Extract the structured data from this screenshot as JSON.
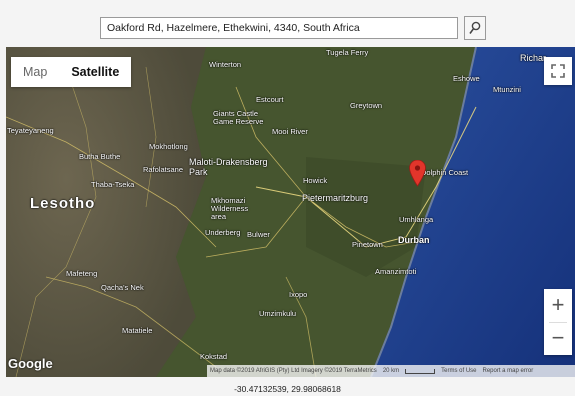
{
  "search": {
    "value": "Oakford Rd, Hazelmere, Ethekwini, 4340, South Africa"
  },
  "icons": {
    "search": "magnifier-icon",
    "fullscreen": "fullscreen-icon",
    "marker": "map-pin-icon"
  },
  "map_type": {
    "map_label": "Map",
    "satellite_label": "Satellite",
    "selected": "Satellite"
  },
  "zoom": {
    "in_label": "+",
    "out_label": "−"
  },
  "labels": {
    "lesotho": "Lesotho",
    "richards": "Richar",
    "tugela": "Tugela Ferry",
    "winterton": "Winterton",
    "eshowe": "Eshowe",
    "mtunzini": "Mtunzini",
    "estcourt": "Estcourt",
    "greytown": "Greytown",
    "giants": "Giants Castle Game Reserve",
    "mooi": "Mooi River",
    "teyateyaneng": "Teyateyaneng",
    "mokhotlong": "Mokhotlong",
    "maloti": "Maloti-Drakensberg Park",
    "butha": "Butha Buthe",
    "rafolatsane": "Rafolatsane",
    "thaba": "Thaba-Tseka",
    "howick": "Howick",
    "dolphin": "Dolphin Coast",
    "pietermaritzburg": "Pietermaritzburg",
    "mkhomazi": "Mkhomazi Wilderness area",
    "umhlanga": "Umhlanga",
    "underberg": "Underberg",
    "bulwer": "Bulwer",
    "pinetown": "Pinetown",
    "durban": "Durban",
    "amanzimtoti": "Amanzimtoti",
    "qachas": "Qacha's Nek",
    "ixopo": "Ixopo",
    "matatiele": "Matatiele",
    "umzimkulu": "Umzimkulu",
    "kokstad": "Kokstad",
    "mafeteng": "Mafeteng"
  },
  "google_logo": "Google",
  "attribution": {
    "data": "Map data ©2019 AfriGIS (Pty) Ltd Imagery ©2019 TerraMetrics",
    "scale": "20 km",
    "terms": "Terms of Use",
    "report": "Report a map error"
  },
  "coordinates": "-30.47132539, 29.98068618",
  "colors": {
    "marker": "#e2352b",
    "ocean": "#1a3a8a",
    "land": "#4a5a35"
  }
}
